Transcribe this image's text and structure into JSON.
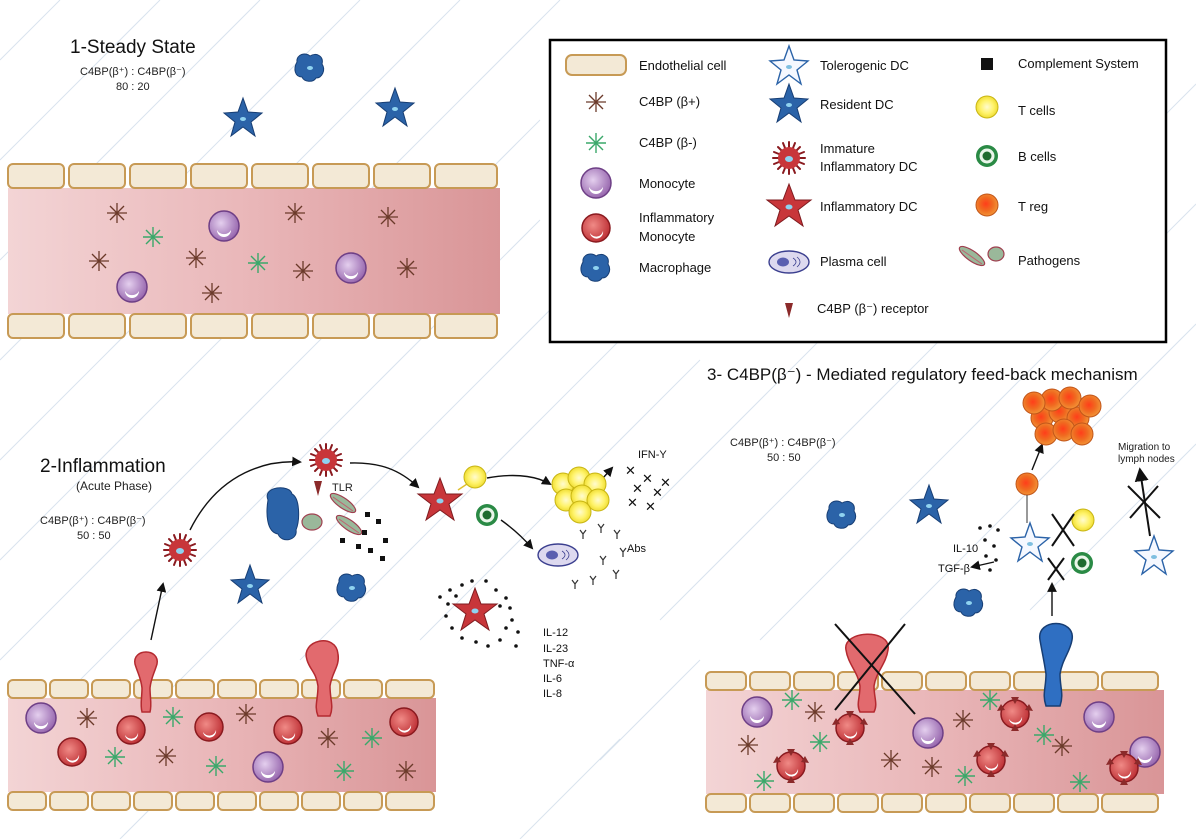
{
  "panel1": {
    "title": "1-Steady State",
    "ratio_label": "C4BP(β⁺) : C4BP(β⁻)",
    "ratio_value": "80 : 20"
  },
  "panel2": {
    "title": "2-Inflammation",
    "subtitle": "(Acute Phase)",
    "ratio_label": "C4BP(β⁺) : C4BP(β⁻)",
    "ratio_value": "50 : 50",
    "tlr_label": "TLR",
    "ifn_label": "IFN-Y",
    "abs_label": "Abs",
    "cytokines": [
      "IL-12",
      "IL-23",
      "TNF-α",
      "IL-6",
      "IL-8"
    ]
  },
  "panel3": {
    "title": "3- C4BP(β⁻) - Mediated regulatory feed-back mechanism",
    "ratio_label": "C4BP(β⁺) : C4BP(β⁻)",
    "ratio_value": "50 : 50",
    "migration_label_1": "Migration to",
    "migration_label_2": "lymph nodes",
    "cytokines": [
      "IL-10",
      "TGF-β"
    ]
  },
  "legend": {
    "col1": [
      {
        "icon": "endothelial-cell-icon",
        "label": "Endothelial cell"
      },
      {
        "icon": "c4bp-beta-plus-icon",
        "label": "C4BP (β+)"
      },
      {
        "icon": "c4bp-beta-minus-icon",
        "label": "C4BP (β-)"
      },
      {
        "icon": "monocyte-icon",
        "label": "Monocyte"
      },
      {
        "icon": "inflammatory-monocyte-icon",
        "label": "Inflammatory",
        "label2": "Monocyte"
      },
      {
        "icon": "macrophage-icon",
        "label": "Macrophage"
      }
    ],
    "col2": [
      {
        "icon": "tolerogenic-dc-icon",
        "label": "Tolerogenic DC"
      },
      {
        "icon": "resident-dc-icon",
        "label": "Resident DC"
      },
      {
        "icon": "immature-inflammatory-dc-icon",
        "label": "Immature",
        "label2": "Inflammatory DC"
      },
      {
        "icon": "inflammatory-dc-icon",
        "label": "Inflammatory DC"
      },
      {
        "icon": "plasma-cell-icon",
        "label": "Plasma cell"
      }
    ],
    "col3": [
      {
        "icon": "complement-system-icon",
        "label": "Complement System"
      },
      {
        "icon": "t-cell-icon",
        "label": "T cells"
      },
      {
        "icon": "b-cell-icon",
        "label": "B cells"
      },
      {
        "icon": "t-reg-icon",
        "label": "T reg"
      },
      {
        "icon": "pathogens-icon",
        "label": "Pathogens"
      }
    ],
    "receptor": {
      "icon": "c4bp-receptor-icon",
      "label": "C4BP (β⁻) receptor"
    }
  },
  "colors": {
    "endothelial_fill": "#f3e9d6",
    "endothelial_border": "#c79a55",
    "vessel_lumen": "#e7b1b3",
    "monocyte": "#9b6ab0",
    "inflammatory": "#c8363a",
    "resident_dc": "#2b63a8",
    "c4bp_plus": "#6b3a2a",
    "c4bp_minus": "#3aa86a",
    "t_cell": "#f4e21a",
    "t_reg": "#ef8420",
    "b_cell": "#2c8a45"
  }
}
